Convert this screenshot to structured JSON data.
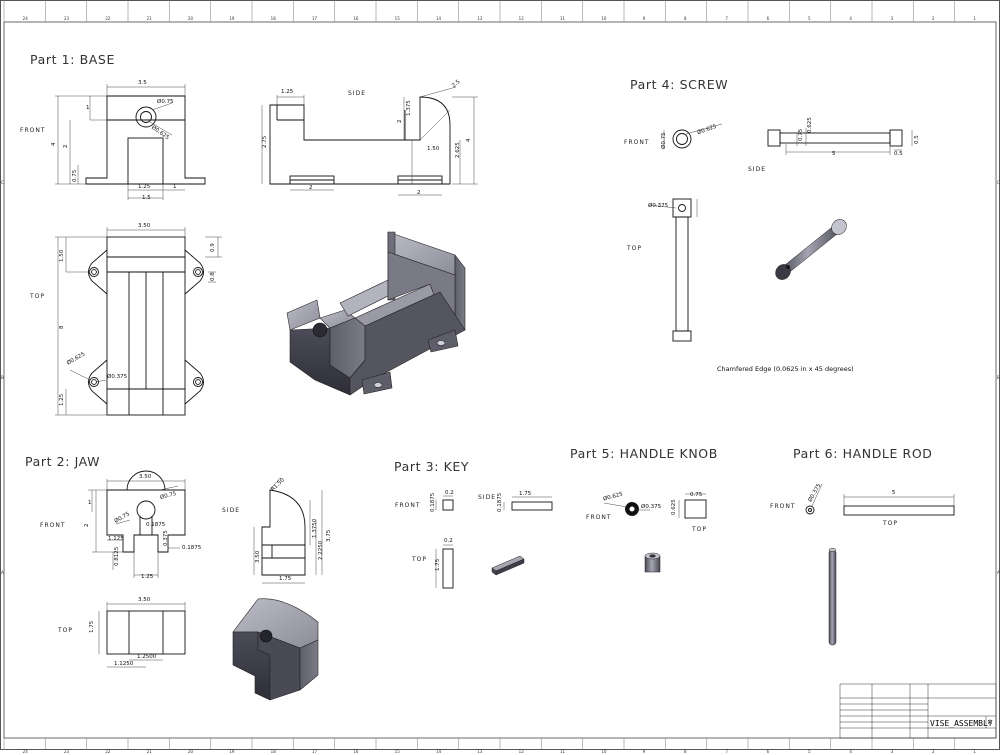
{
  "parts": [
    {
      "title": "Part 1: BASE",
      "views": [
        "FRONT",
        "SIDE",
        "TOP"
      ],
      "dims": [
        "3.5",
        "1",
        "Ø0.75",
        "Ø0.625",
        "4",
        "2",
        "0.75",
        "1.25",
        "1",
        "1.5",
        "1.25",
        "2.5",
        "1.375",
        "2",
        "1.50",
        "2.625",
        "4",
        "2.75",
        "2",
        "2",
        "3.50",
        "0.9",
        "0.8",
        "1.50",
        "8",
        "Ø0.625",
        "Ø0.375",
        "1.25"
      ]
    },
    {
      "title": "Part 2: JAW",
      "views": [
        "FRONT",
        "SIDE",
        "TOP"
      ],
      "dims": [
        "3.50",
        "1",
        "Ø0.75",
        "2",
        "Ø0.75",
        "0.1875",
        "1.125",
        "0.375",
        "0.1875",
        "0.8125",
        "1.25",
        "R1.50",
        "3.50",
        "1.3750",
        "2.2250",
        "3.75",
        "1.75",
        "3.50",
        "1.75",
        "1.2500",
        "1.1250"
      ]
    },
    {
      "title": "Part 3: KEY",
      "views": [
        "FRONT",
        "SIDE",
        "TOP"
      ],
      "dims": [
        "0.2",
        "0.1875",
        "0.1875",
        "1.75",
        "0.2",
        "1.75"
      ]
    },
    {
      "title": "Part 4: SCREW",
      "views": [
        "FRONT",
        "SIDE",
        "TOP"
      ],
      "dims": [
        "Ø0.75",
        "Ø0.625",
        "0.625",
        "0.75",
        "0.5",
        "5",
        "0.5",
        "Ø0.375"
      ],
      "note": "Chamfered Edge (0.0625 in x 45 degrees)"
    },
    {
      "title": "Part 5: HANDLE KNOB",
      "views": [
        "FRONT",
        "TOP"
      ],
      "dims": [
        "Ø0.625",
        "Ø0.375",
        "0.625",
        "0.75"
      ]
    },
    {
      "title": "Part 6: HANDLE ROD",
      "views": [
        "FRONT",
        "TOP"
      ],
      "dims": [
        "Ø0.375",
        "5"
      ]
    }
  ],
  "border_numbers": [
    "24",
    "23",
    "22",
    "21",
    "20",
    "19",
    "18",
    "17",
    "16",
    "15",
    "14",
    "13",
    "12",
    "11",
    "10",
    "9",
    "8",
    "7",
    "6",
    "5",
    "4",
    "3",
    "2",
    "1"
  ],
  "border_letters": [
    "C",
    "B",
    "A"
  ],
  "title_block": {
    "name": "VISE_ASSEMBLY",
    "sheet": "A"
  }
}
